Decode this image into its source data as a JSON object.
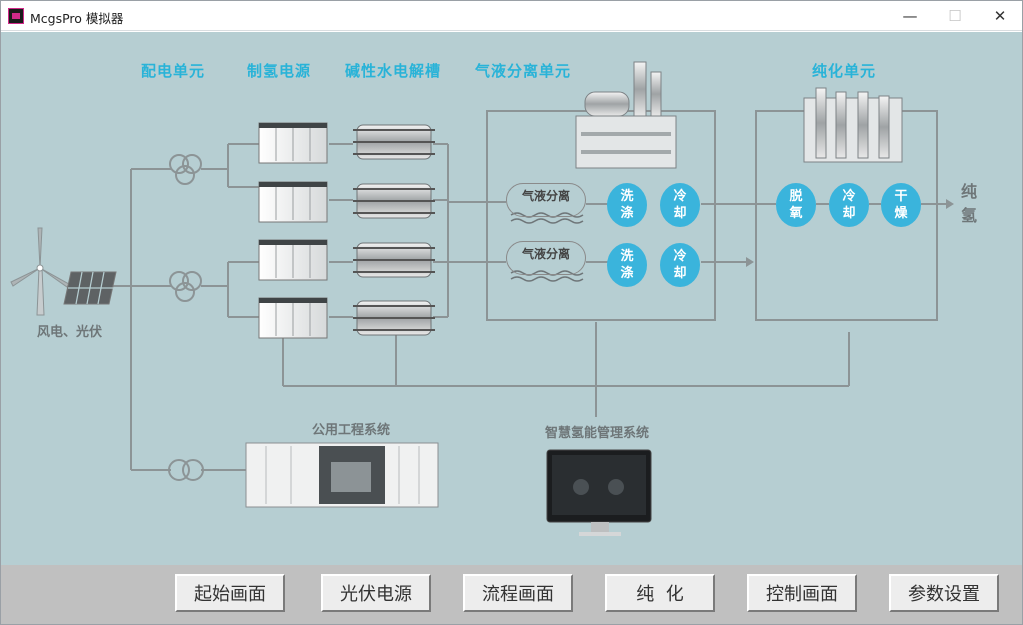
{
  "window": {
    "title": "McgsPro 模拟器",
    "min_glyph": "—",
    "max_glyph": "☐",
    "close_glyph": "✕"
  },
  "sections": {
    "distribution": "配电单元",
    "h2_power": "制氢电源",
    "electrolyzer": "碱性水电解槽",
    "gas_liquid": "气液分离单元",
    "purification": "纯化单元"
  },
  "sources": {
    "wind_pv": "风电、光伏"
  },
  "gas_liquid_units": [
    {
      "label": "气液分离",
      "wash": [
        "洗",
        "涤"
      ],
      "cool": [
        "冷",
        "却"
      ]
    },
    {
      "label": "气液分离",
      "wash": [
        "洗",
        "涤"
      ],
      "cool": [
        "冷",
        "却"
      ]
    }
  ],
  "purification_steps": [
    {
      "chars": [
        "脱",
        "氧"
      ]
    },
    {
      "chars": [
        "冷",
        "却"
      ]
    },
    {
      "chars": [
        "干",
        "燥"
      ]
    }
  ],
  "product": [
    "纯",
    "氢"
  ],
  "utilities": {
    "label": "公用工程系统"
  },
  "management": {
    "label": "智慧氢能管理系统"
  },
  "nav": {
    "start": "起始画面",
    "pv_power": "光伏电源",
    "process": "流程画面",
    "purify": "纯  化",
    "control": "控制画面",
    "params": "参数设置"
  },
  "colors": {
    "accent": "#29b3d8",
    "stage_bg": "#b6ced2",
    "circle": "#3ab4dc",
    "line": "#8c9496"
  }
}
